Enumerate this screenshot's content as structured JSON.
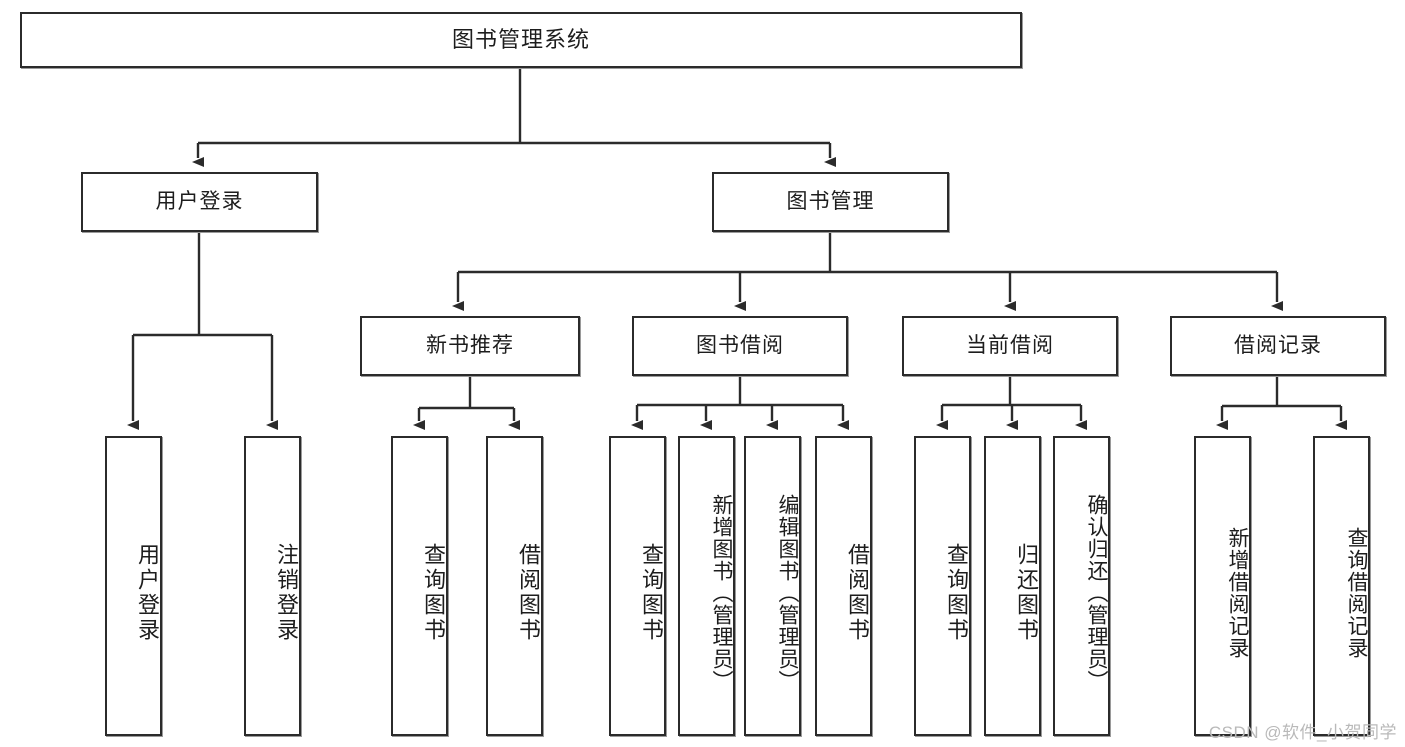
{
  "diagram": {
    "title": "图书管理系统",
    "type": "tree",
    "watermark": "CSDN @软件_小贺同学",
    "colors": {
      "background": "#ffffff",
      "node_border": "#2b2b2b",
      "node_fill": "#ffffff",
      "edge": "#2b2b2b",
      "text": "#1d1d1d",
      "watermark": "#b9b9b9"
    },
    "root": {
      "label": "图书管理系统"
    },
    "level1": [
      {
        "label": "用户登录"
      },
      {
        "label": "图书管理"
      }
    ],
    "level2": [
      {
        "label": "新书推荐"
      },
      {
        "label": "图书借阅"
      },
      {
        "label": "当前借阅"
      },
      {
        "label": "借阅记录"
      }
    ],
    "leaves": {
      "user_login": [
        {
          "label": "用户登录"
        },
        {
          "label": "注销登录"
        }
      ],
      "new_book_recommend": [
        {
          "label": "查询图书"
        },
        {
          "label": "借阅图书"
        }
      ],
      "book_borrow": [
        {
          "label": "查询图书"
        },
        {
          "label": "新增图书（管理员）"
        },
        {
          "label": "编辑图书（管理员）"
        },
        {
          "label": "借阅图书"
        }
      ],
      "current_borrow": [
        {
          "label": "查询图书"
        },
        {
          "label": "归还图书"
        },
        {
          "label": "确认归还（管理员）"
        }
      ],
      "borrow_record": [
        {
          "label": "新增借阅记录"
        },
        {
          "label": "查询借阅记录"
        }
      ]
    }
  }
}
